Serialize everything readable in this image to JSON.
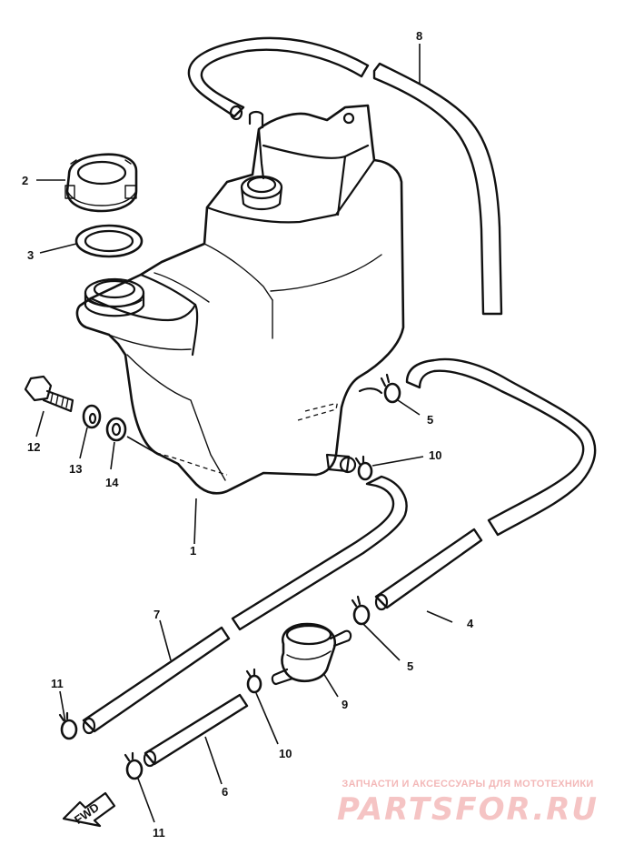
{
  "diagram": {
    "callouts": {
      "c1": "1",
      "c2": "2",
      "c3": "3",
      "c4": "4",
      "c5a": "5",
      "c5b": "5",
      "c6": "6",
      "c7": "7",
      "c8": "8",
      "c9": "9",
      "c10a": "10",
      "c10b": "10",
      "c11a": "11",
      "c11b": "11",
      "c12": "12",
      "c13": "13",
      "c14": "14"
    },
    "direction_label": "FWD"
  },
  "watermark": {
    "tagline": "ЗАПЧАСТИ И АКСЕССУАРЫ ДЛЯ МОТОТЕХНИКИ",
    "logo_text": "PARTSFOR.RU"
  }
}
